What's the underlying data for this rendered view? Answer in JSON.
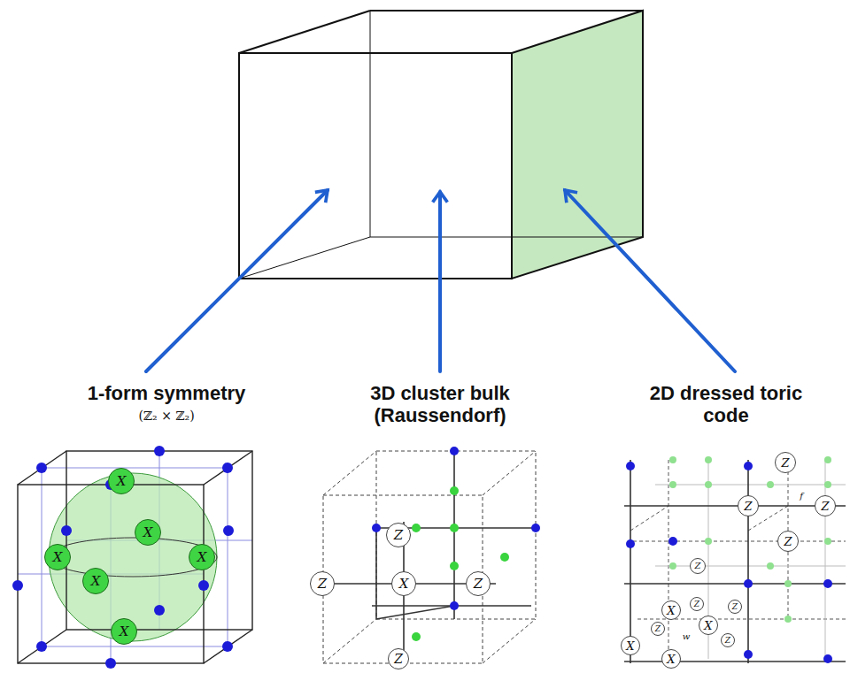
{
  "diagram": {
    "nodes": [
      {
        "text": [
          "X"
        ]
      },
      {
        "text": [
          "X"
        ]
      },
      {
        "text": [
          "X"
        ]
      },
      {
        "text": [
          "X"
        ]
      },
      {
        "text": [
          "X"
        ]
      },
      {
        "text": [
          "X"
        ]
      },
      {
        "text": [
          "Z"
        ]
      },
      {
        "text": [
          "Z"
        ]
      },
      {
        "text": [
          "X"
        ]
      },
      {
        "text": [
          "Z"
        ]
      },
      {
        "text": [
          "Z"
        ]
      },
      {
        "text": [
          "Z"
        ]
      },
      {
        "text": [
          "Z"
        ]
      },
      {
        "text": [
          "Z"
        ]
      },
      {
        "text": [
          "Z"
        ]
      },
      {
        "text": [
          "Z"
        ]
      },
      {
        "text": [
          "X"
        ]
      },
      {
        "text": [
          "Z"
        ]
      },
      {
        "text": [
          "Z"
        ]
      },
      {
        "text": [
          "Z"
        ]
      },
      {
        "text": [
          "X"
        ]
      },
      {
        "text": [
          "X"
        ]
      },
      {
        "text": [
          "Z"
        ]
      },
      {
        "text": [
          "X"
        ]
      }
    ],
    "labels": [
      "1-form symmetry",
      "(ℤ₂ × ℤ₂)",
      "3D cluster bulk (Raussendorf)",
      "2D dressed toric code",
      "f",
      "w"
    ]
  }
}
